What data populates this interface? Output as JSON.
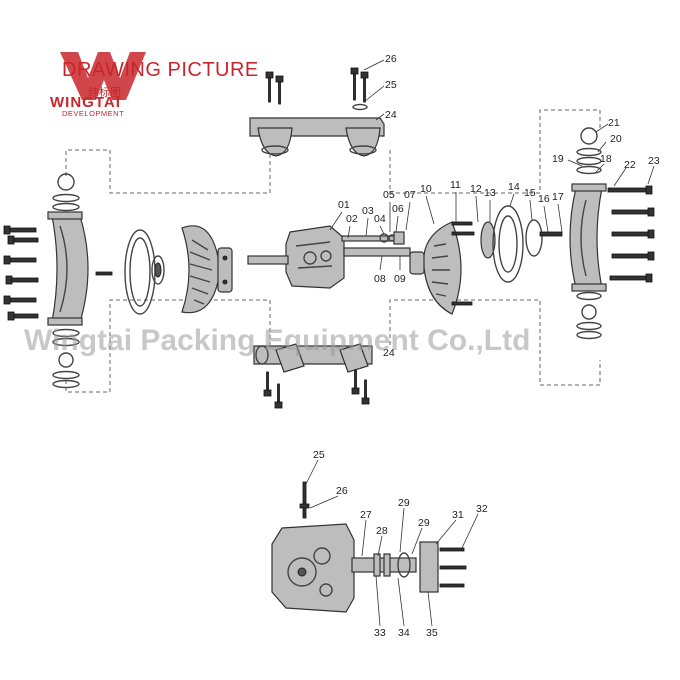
{
  "header": {
    "title": "DRAWING PICTURE",
    "brand_name": "WINGTAI",
    "brand_chinese": "纬标图",
    "brand_sub": "DEVELOPMENT"
  },
  "watermark": {
    "text": "Wingtai Packing Equipment Co.,Ltd"
  },
  "colors": {
    "brand": "#c8262b",
    "line": "#444444",
    "watermark": "#9a9a9a"
  },
  "callouts": {
    "c01": "01",
    "c02": "02",
    "c03": "03",
    "c04": "04",
    "c05": "05",
    "c06": "06",
    "c07": "07",
    "c08": "08",
    "c09": "09",
    "c10": "10",
    "c11": "11",
    "c12": "12",
    "c13": "13",
    "c14": "14",
    "c15": "15",
    "c16": "16",
    "c17": "17",
    "c18": "18",
    "c19": "19",
    "c20": "20",
    "c21": "21",
    "c22": "22",
    "c23": "23",
    "c24_top": "24",
    "c25_top": "25",
    "c26_top": "26",
    "c24_bottom": "24",
    "c25_detail": "25",
    "c26_detail": "26",
    "c27": "27",
    "c28": "28",
    "c29a": "29",
    "c29b": "29",
    "c31": "31",
    "c32": "32",
    "c33": "33",
    "c34": "34",
    "c35": "35"
  }
}
